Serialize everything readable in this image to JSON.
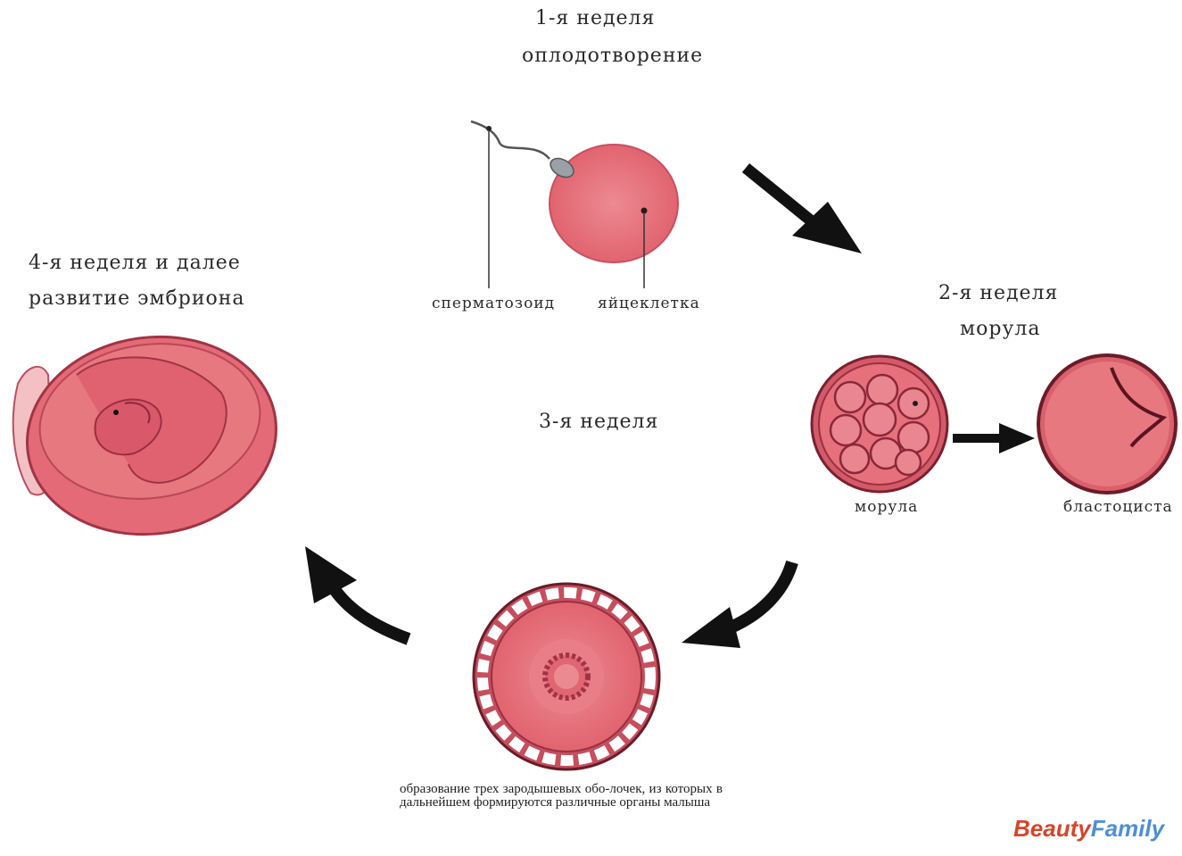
{
  "stages": {
    "week1": {
      "week": "1-я неделя",
      "title": "оплодотворение",
      "sperm_label": "сперматозоид",
      "egg_label": "яйцеклетка"
    },
    "week2": {
      "week": "2-я неделя",
      "title": "морула",
      "morula_label": "морула",
      "blastocyst_label": "бластоциста"
    },
    "week3": {
      "week": "3-я неделя",
      "description": "образование трех зародышевых обо-лочек, из которых в дальнейшем формируются различные органы малыша"
    },
    "week4": {
      "week": "4-я неделя и далее",
      "title": "развитие эмбриона"
    }
  },
  "brand": {
    "part1": "Beauty",
    "part2": "Family"
  },
  "colors": {
    "cell_fill": "#e8707a",
    "cell_stroke": "#b03848",
    "arrow": "#111111"
  }
}
